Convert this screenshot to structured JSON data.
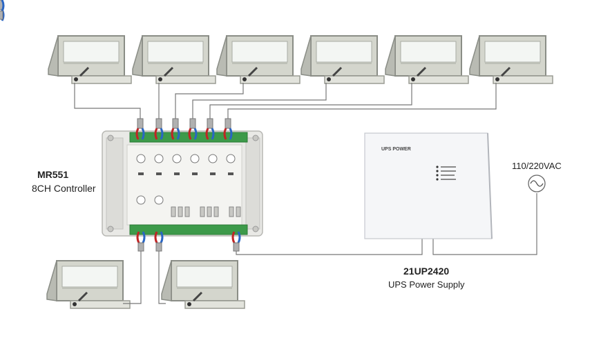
{
  "controller": {
    "model": "MR551",
    "description": "8CH Controller"
  },
  "ups": {
    "model": "21UP2420",
    "description": "UPS Power Supply",
    "panel_title": "UPS POWER"
  },
  "mains": {
    "label": "110/220VAC"
  },
  "windows": {
    "top_count": 6,
    "bottom_count": 2
  },
  "colors": {
    "frame": "#8a8d86",
    "frame_fill": "#d4d6cd",
    "glass": "#f3f6f3",
    "wire": "#777777",
    "red_wire": "#c02525",
    "blue_wire": "#2a66c4",
    "terminal_green": "#3d9a4a",
    "controller_body": "#e9e9e6",
    "ups_body": "#f5f6f8"
  }
}
